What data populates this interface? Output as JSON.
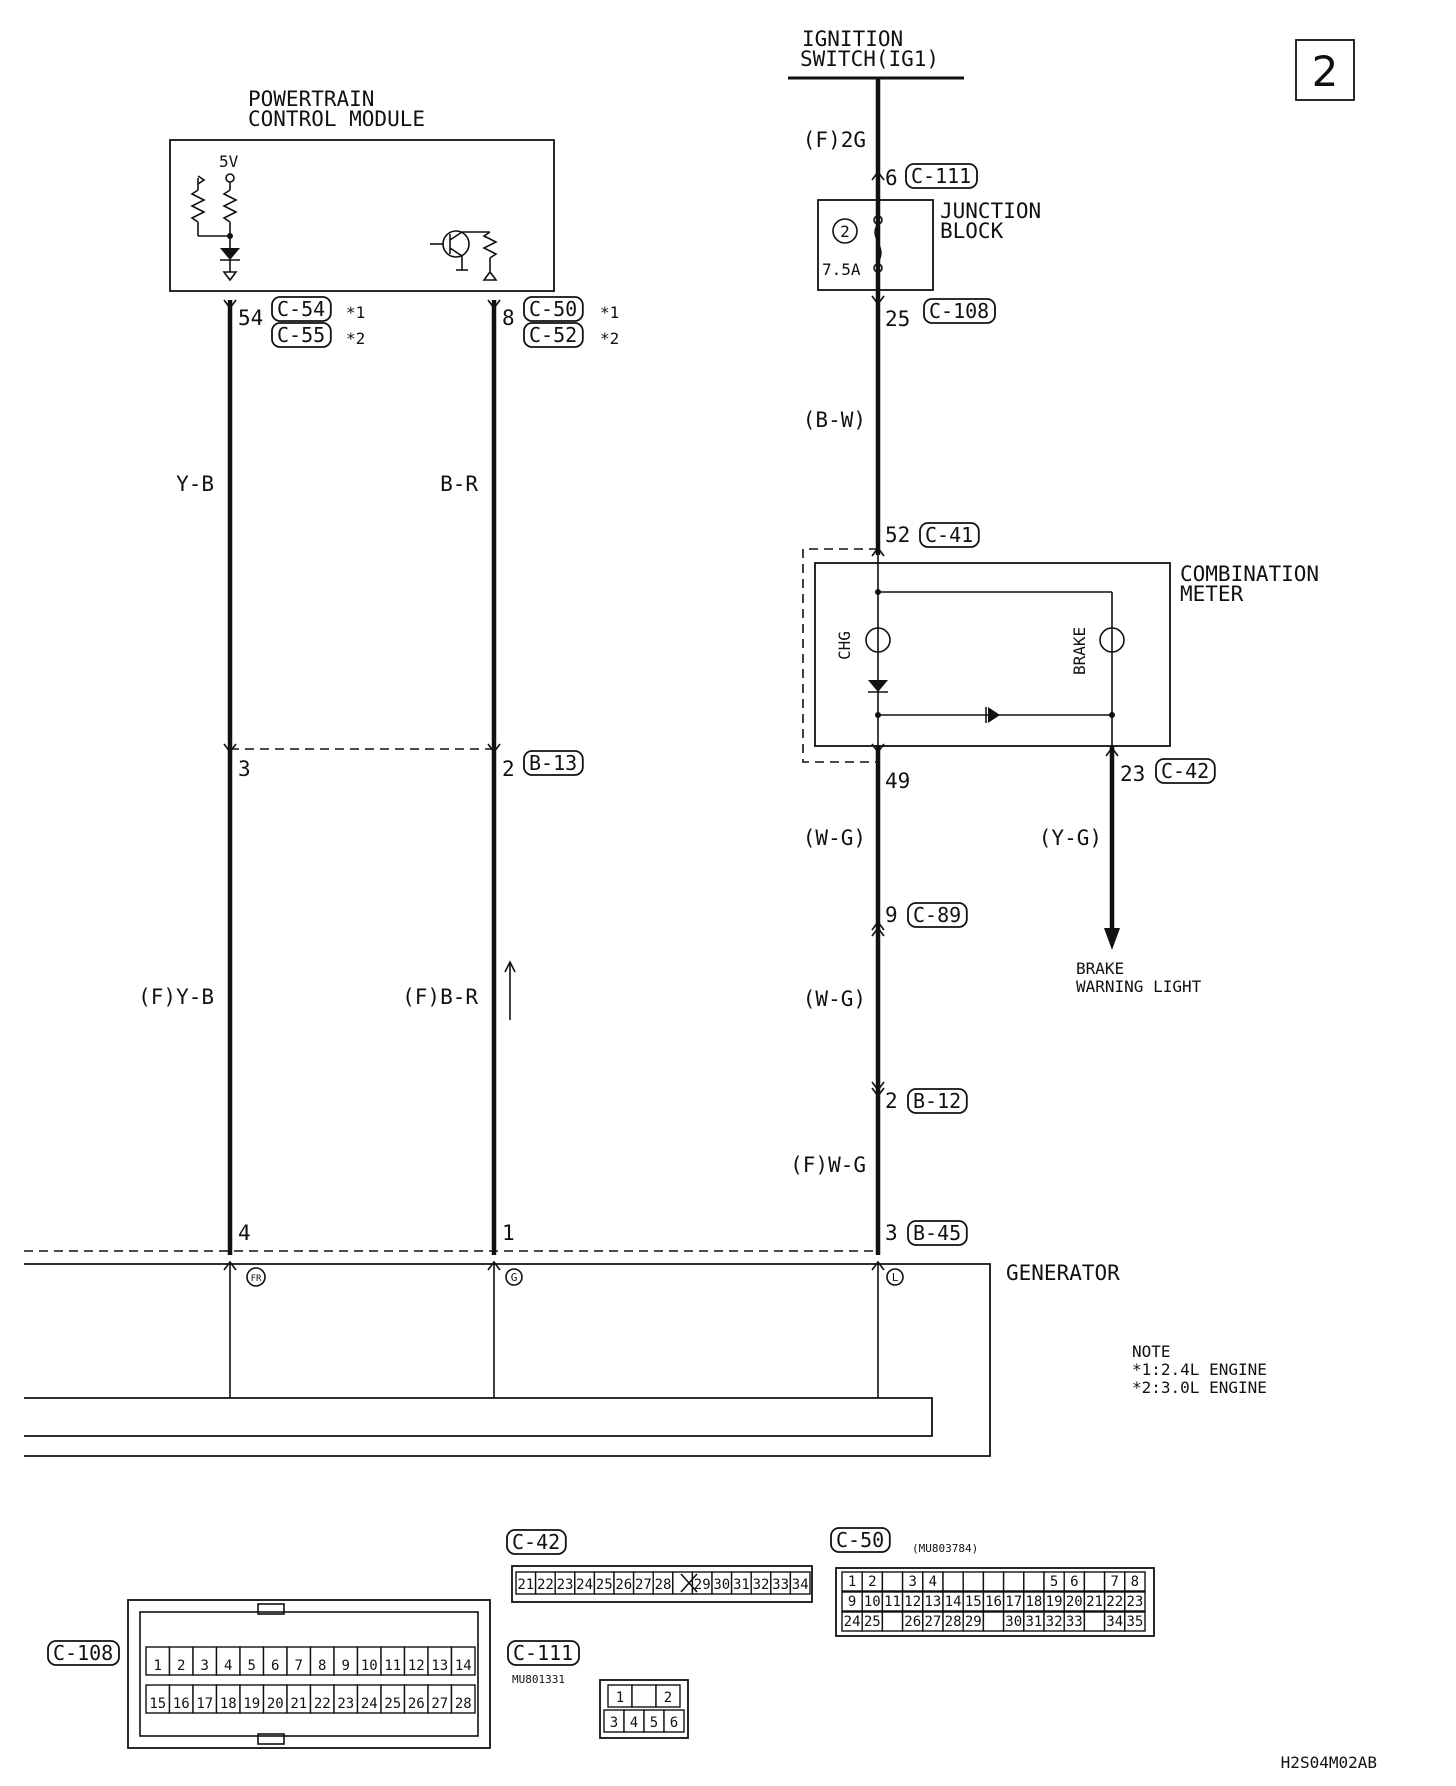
{
  "page_number": "2",
  "modules": {
    "pcm": "POWERTRAIN\nCONTROL MODULE",
    "pcm_voltage": "5V",
    "ignition": "IGNITION\nSWITCH(IG1)",
    "junction_block": "JUNCTION\nBLOCK",
    "fuse_number": "2",
    "fuse_rating": "7.5A",
    "combination_meter": "COMBINATION\nMETER",
    "chg_lamp": "CHG",
    "brake_lamp": "BRAKE",
    "brake_warning": "BRAKE\nWARNING LIGHT",
    "generator": "GENERATOR",
    "gen_fr": "FR",
    "gen_g": "G",
    "gen_l": "L"
  },
  "note": {
    "title": "NOTE",
    "line1": "*1:2.4L ENGINE",
    "line2": "*2:3.0L ENGINE"
  },
  "wires": {
    "yb": "Y-B",
    "fyb": "(F)Y-B",
    "br": "B-R",
    "fbr": "(F)B-R",
    "f2g": "(F)2G",
    "bw": "(B-W)",
    "wg1": "(W-G)",
    "wg2": "(W-G)",
    "fwg": "(F)W-G",
    "yg": "(Y-G)"
  },
  "pins": {
    "p54": "54",
    "p8": "8",
    "p3a": "3",
    "p2a": "2",
    "p4": "4",
    "p1": "1",
    "p6": "6",
    "p25": "25",
    "p52": "52",
    "p49": "49",
    "p23": "23",
    "p9": "9",
    "p2b": "2",
    "p3b": "3",
    "star1a": "*1",
    "star2a": "*2",
    "star1b": "*1",
    "star2b": "*2"
  },
  "connectors": {
    "c54": "C-54",
    "c55": "C-55",
    "c50": "C-50",
    "c52": "C-52",
    "b13": "B-13",
    "c111": "C-111",
    "c108": "C-108",
    "c41": "C-41",
    "c42": "C-42",
    "c89": "C-89",
    "b12": "B-12",
    "b45": "B-45"
  },
  "connector_views": {
    "c42_label": "C-42",
    "c42_pins": [
      "21",
      "22",
      "23",
      "24",
      "25",
      "26",
      "27",
      "28",
      "",
      "29",
      "30",
      "31",
      "32",
      "33",
      "34"
    ],
    "c50_label": "C-50",
    "c50_part": "(MU803784)",
    "c50_row1": [
      "1",
      "2",
      "",
      "3",
      "4",
      "",
      "",
      "",
      "",
      "",
      "5",
      "6",
      "",
      "7",
      "8"
    ],
    "c50_row2": [
      "9",
      "10",
      "11",
      "12",
      "13",
      "14",
      "15",
      "16",
      "17",
      "18",
      "19",
      "20",
      "21",
      "22",
      "23"
    ],
    "c50_row3": [
      "24",
      "25",
      "",
      "26",
      "27",
      "28",
      "29",
      "",
      "30",
      "31",
      "32",
      "33",
      "",
      "34",
      "35"
    ],
    "c108_label": "C-108",
    "c108_row1": [
      "1",
      "2",
      "3",
      "4",
      "5",
      "6",
      "7",
      "8",
      "9",
      "10",
      "11",
      "12",
      "13",
      "14"
    ],
    "c108_row2": [
      "15",
      "16",
      "17",
      "18",
      "19",
      "20",
      "21",
      "22",
      "23",
      "24",
      "25",
      "26",
      "27",
      "28"
    ],
    "c111_label": "C-111",
    "c111_part": "MU801331",
    "c111_row1": [
      "1",
      "",
      "2"
    ],
    "c111_row2": [
      "3",
      "4",
      "5",
      "6"
    ]
  },
  "figure_code": "H2S04M02AB"
}
